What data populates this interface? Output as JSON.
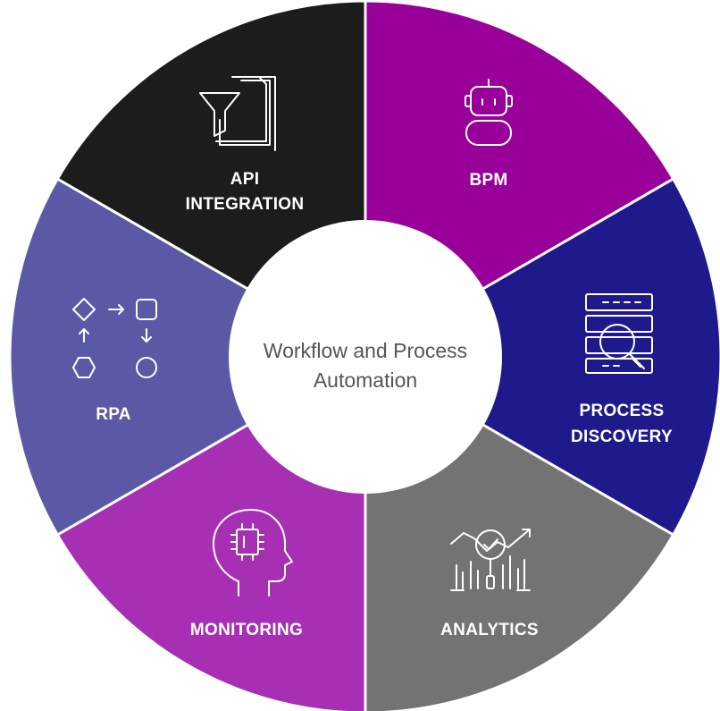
{
  "center": {
    "line1": "Workflow and Process",
    "line2": "Automation"
  },
  "segments": [
    {
      "key": "bpm",
      "label_lines": [
        "BPM"
      ],
      "color": "#990099",
      "icon": "robot-icon"
    },
    {
      "key": "process-discovery",
      "label_lines": [
        "PROCESS",
        "DISCOVERY"
      ],
      "color": "#1f1a8c",
      "icon": "server-search-icon"
    },
    {
      "key": "analytics",
      "label_lines": [
        "ANALYTICS"
      ],
      "color": "#737373",
      "icon": "chart-magnifier-icon"
    },
    {
      "key": "monitoring",
      "label_lines": [
        "MONITORING"
      ],
      "color": "#a62fb3",
      "icon": "head-chip-icon"
    },
    {
      "key": "rpa",
      "label_lines": [
        "RPA"
      ],
      "color": "#5b59a6",
      "icon": "flow-shapes-icon"
    },
    {
      "key": "api-integration",
      "label_lines": [
        "API",
        "INTEGRATION"
      ],
      "color": "#1c1c1c",
      "icon": "filter-documents-icon"
    }
  ],
  "colors": {
    "divider": "#ffffff",
    "center_fill": "#ffffff",
    "center_text": "#555555"
  }
}
